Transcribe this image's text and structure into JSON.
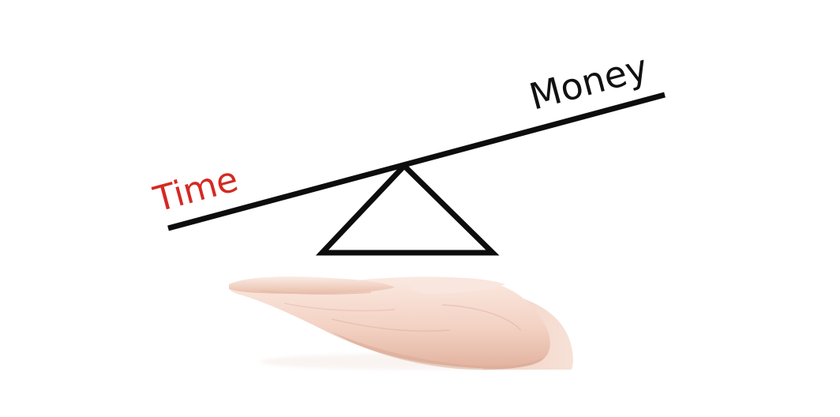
{
  "labels": {
    "left": "Time",
    "right": "Money"
  },
  "colors": {
    "background": "#ffffff",
    "left_label": "#d42a22",
    "right_label": "#111111",
    "beam": "#0d0d0d",
    "fulcrum": "#0d0d0d",
    "skin_light": "#f7e0d6",
    "skin_mid": "#efc9b8",
    "skin_shadow": "#d9a995"
  },
  "icons": {
    "balance": "seesaw-balance-icon",
    "hand": "open-palm-hand"
  }
}
